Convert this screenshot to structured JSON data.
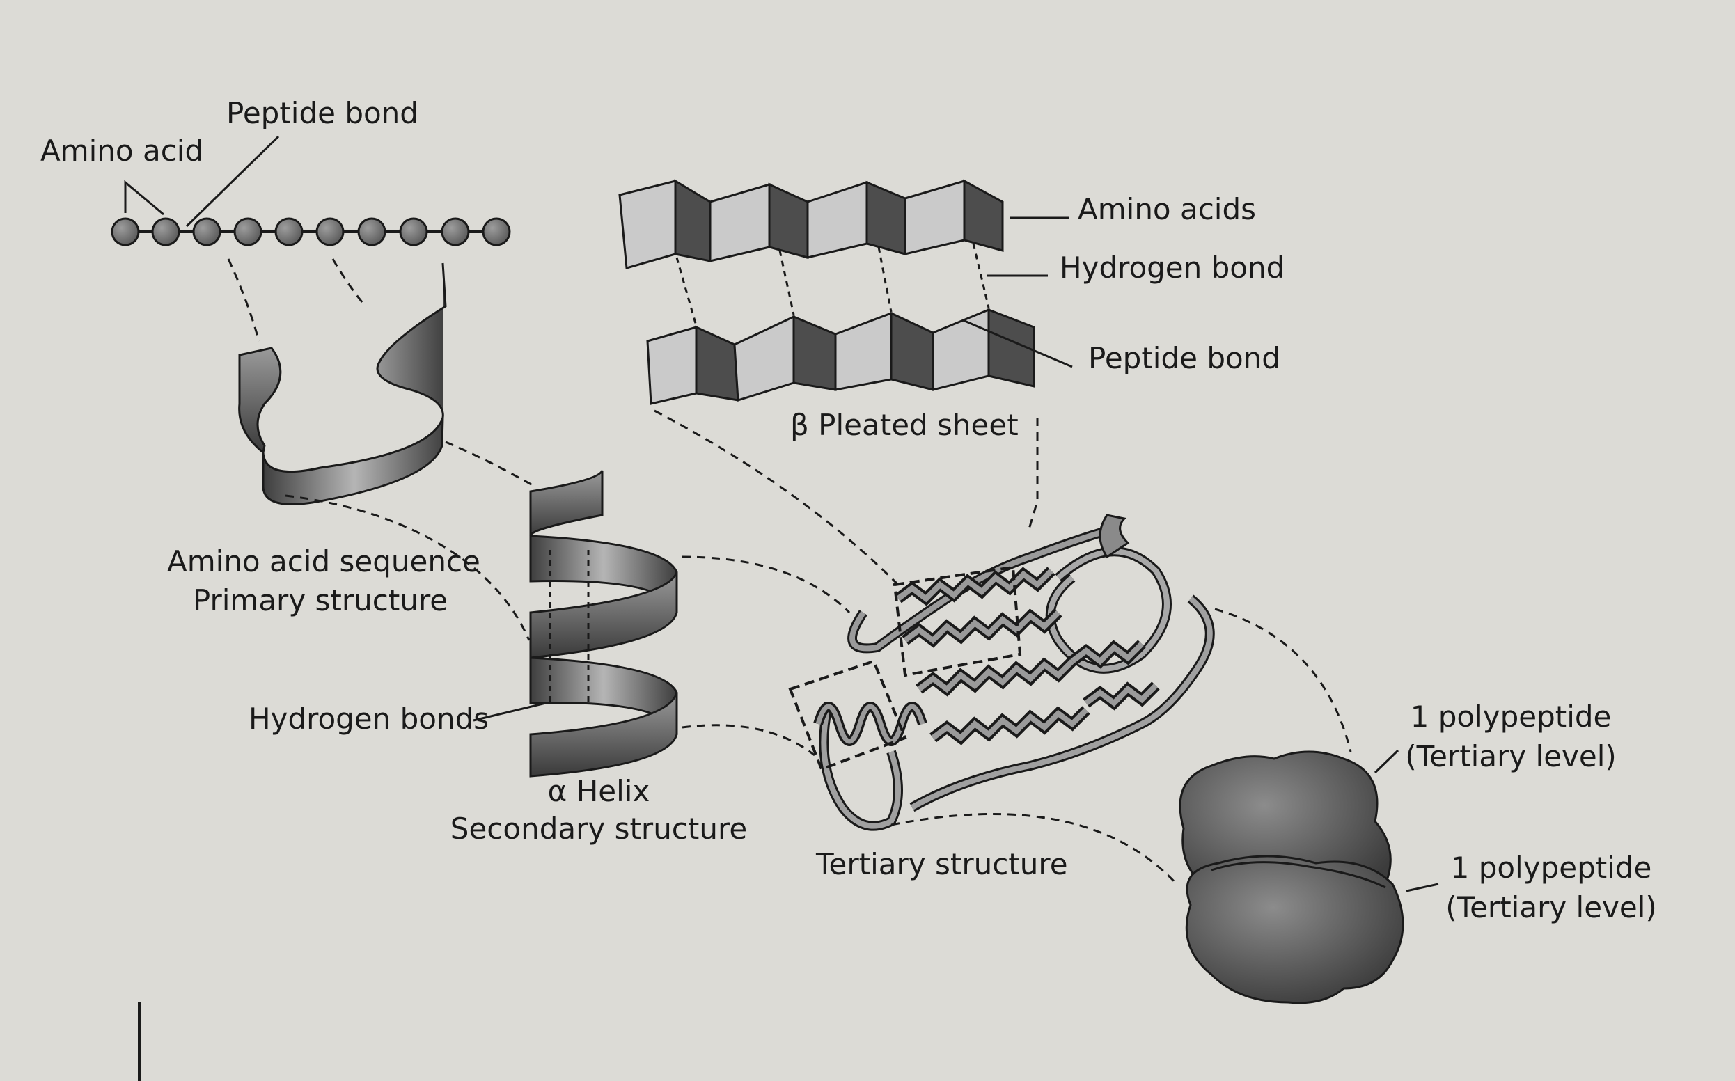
{
  "labels": {
    "amino_acid": "Amino acid",
    "peptide_bond_top": "Peptide bond",
    "amino_acids_sheet": "Amino acids",
    "hydrogen_bond_sheet": "Hydrogen bond",
    "peptide_bond_sheet": "Peptide bond",
    "beta_pleated_sheet": "β Pleated sheet",
    "amino_acid_sequence": "Amino acid sequence",
    "primary_structure": "Primary structure",
    "hydrogen_bonds_helix": "Hydrogen bonds",
    "alpha_helix": "α Helix",
    "secondary_structure": "Secondary structure",
    "tertiary_structure": "Tertiary structure",
    "polypeptide_1_line1": "1 polypeptide",
    "polypeptide_1_line2": "(Tertiary level)",
    "polypeptide_2_line1": "1 polypeptide",
    "polypeptide_2_line2": "(Tertiary level)"
  },
  "colors": {
    "background": "#dcdbd6",
    "ink": "#1a1a1a",
    "ribbon_dark": "#4a4a4a",
    "ribbon_light": "#b8b8b8",
    "sheet_light": "#c9c9c9",
    "sheet_dark": "#4d4d4d",
    "bead": "#7a7a7a",
    "globule": "#5a5a5a"
  }
}
